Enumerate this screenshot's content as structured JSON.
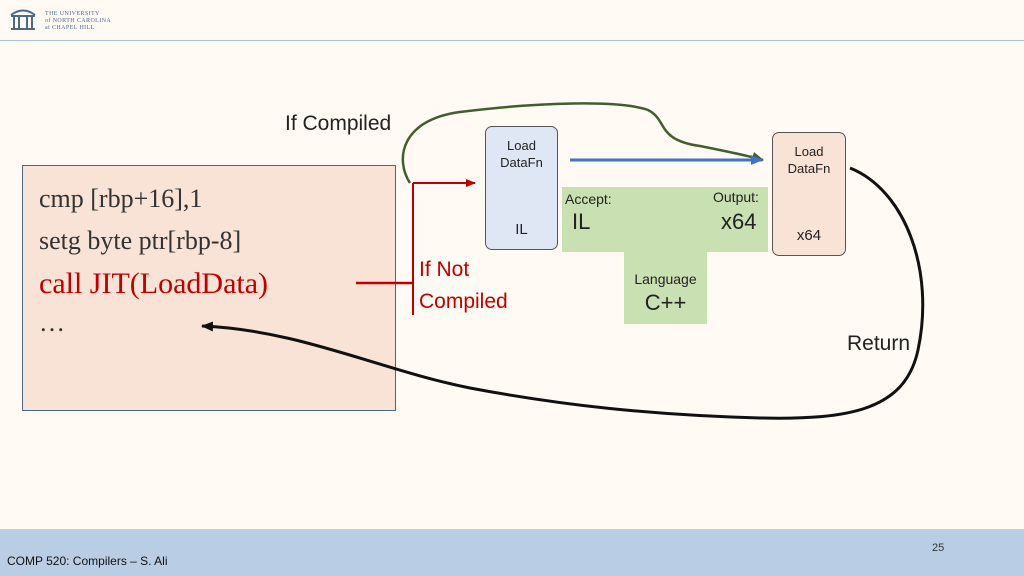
{
  "logo": {
    "text": "THE UNIVERSITY\nof NORTH CAROLINA\nat CHAPEL HILL"
  },
  "code": {
    "line1": "cmp [rbp+16],1",
    "line2": "setg byte ptr[rbp-8]",
    "line3": "call JIT(LoadData)",
    "line4": "…"
  },
  "labels": {
    "if_compiled": "If Compiled",
    "if_not_line1": "If Not",
    "if_not_line2": "Compiled",
    "return": "Return"
  },
  "il_box": {
    "line1": "Load",
    "line2": "DataFn",
    "sub": "IL"
  },
  "x64_box": {
    "line1": "Load",
    "line2": "DataFn",
    "sub": "x64"
  },
  "tee": {
    "accept_label": "Accept:",
    "accept_value": "IL",
    "output_label": "Output:",
    "output_value": "x64",
    "language_label": "Language",
    "language_value": "C++"
  },
  "footer": {
    "course": "COMP 520: Compilers – S. Ali",
    "page": "25"
  },
  "colors": {
    "red": "#c00000",
    "green_path": "#3f5f2f",
    "blue_arrow": "#4472c4",
    "tee": "#c9e0b2",
    "il_box": "#dfe7f5",
    "code_box": "#f9e2d6",
    "footer": "#b9cde5"
  }
}
